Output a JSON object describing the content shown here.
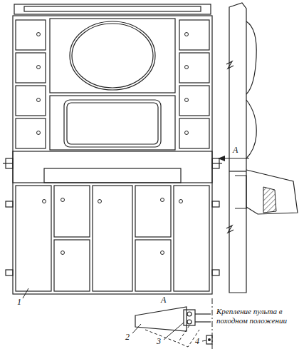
{
  "diagram": {
    "labels": [
      "1",
      "А",
      "А",
      "2",
      "3",
      "4",
      "Крепление пульта в походном положении"
    ]
  }
}
